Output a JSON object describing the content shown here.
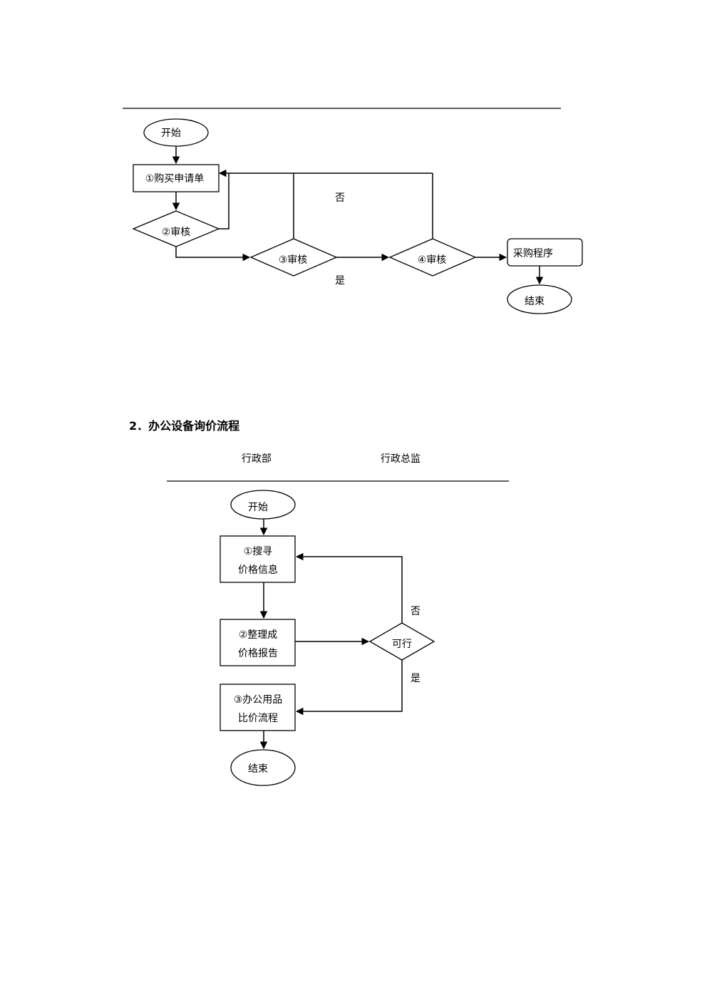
{
  "flow1": {
    "start": "开始",
    "step1": "①购买申请单",
    "review2": "②审核",
    "review3": "③审核",
    "review4": "④审核",
    "procurement": "采购程序",
    "end": "结束",
    "no_label": "否",
    "yes_label": "是"
  },
  "section2": {
    "heading": "2．办公设备询价流程",
    "lane_left": "行政部",
    "lane_right": "行政总监"
  },
  "flow2": {
    "start": "开始",
    "step1_line1": "①搜寻",
    "step1_line2": "价格信息",
    "step2_line1": "②整理成",
    "step2_line2": "价格报告",
    "decision": "可行",
    "step3_line1": "③办公用品",
    "step3_line2": "比价流程",
    "end": "结束",
    "no_label": "否",
    "yes_label": "是"
  }
}
